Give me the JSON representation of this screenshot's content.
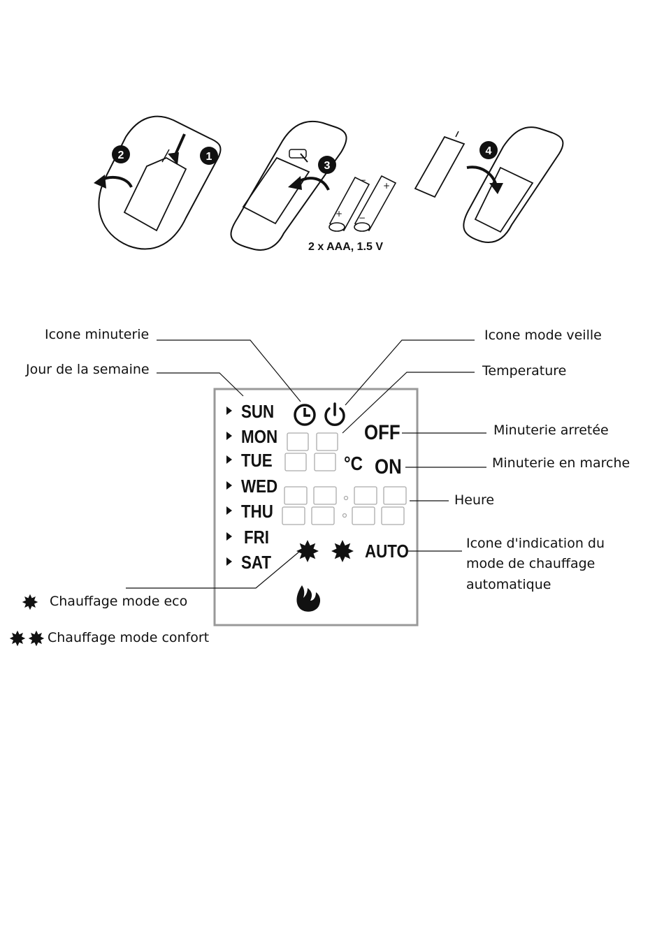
{
  "battery_section": {
    "steps": [
      "1",
      "2",
      "3",
      "4"
    ],
    "caption": "2 x AAA, 1.5 V"
  },
  "display": {
    "days": [
      "SUN",
      "MON",
      "TUE",
      "WED",
      "THU",
      "FRI",
      "SAT"
    ],
    "timer_off_label": "OFF",
    "timer_on_label": "ON",
    "temp_unit": "°C",
    "auto_label": "AUTO",
    "icons": [
      "timer-clock-icon",
      "standby-power-icon",
      "eco-heat-icon",
      "comfort-heat-icon",
      "flame-icon"
    ]
  },
  "callouts": {
    "timer_icon": "Icone minuterie",
    "weekday": "Jour de la semaine",
    "standby_icon": "Icone mode veille",
    "temperature": "Temperature",
    "timer_off": "Minuterie arretée",
    "timer_on": "Minuterie en marche",
    "hour": "Heure",
    "auto_mode": "Icone d'indication du mode de chauffage automatique"
  },
  "legend": {
    "eco": "Chauffage mode eco",
    "comfort": "Chauffage mode confort"
  }
}
